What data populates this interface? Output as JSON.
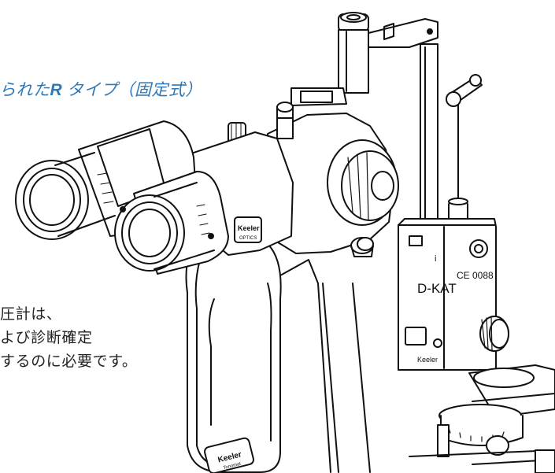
{
  "caption": {
    "prefix": "られた",
    "bold": "R",
    "suffix": " タイプ（固定式）"
  },
  "body_text": {
    "lines": [
      "圧計は、",
      "よび診断確定",
      "するのに必要です。"
    ]
  },
  "device": {
    "brand": "Keeler",
    "optics_label": "OPTICS",
    "model": "D-KAT",
    "ce_mark": "CE 0088",
    "handle_badge": "Keeler",
    "handle_badge_sub": "Tonomat",
    "side_label": "Keeler"
  }
}
